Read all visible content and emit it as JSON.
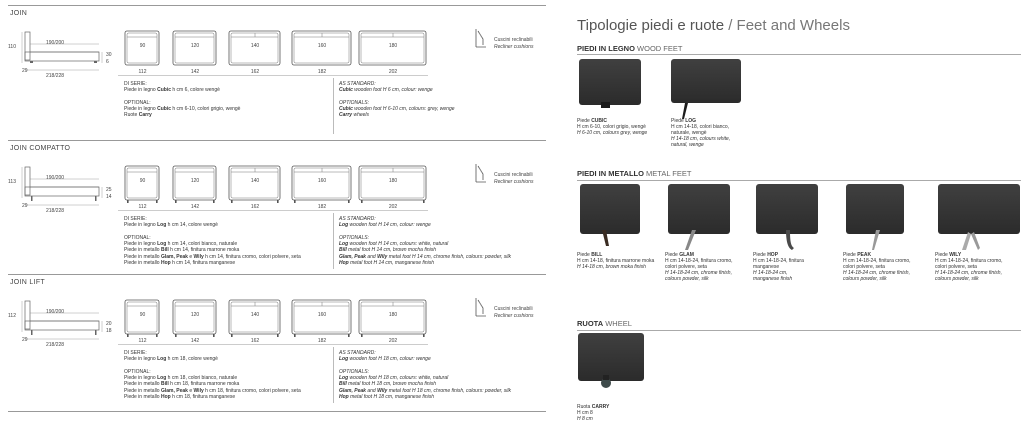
{
  "left": {
    "sections": [
      {
        "title": "JOIN",
        "side": {
          "height": "110",
          "widths": "190/200",
          "lengths": "218/228",
          "depth": "29",
          "h1": "30",
          "h2": "6"
        },
        "beds": [
          {
            "inner": "90",
            "outer": "112"
          },
          {
            "inner": "120",
            "outer": "142"
          },
          {
            "inner": "140",
            "outer": "162"
          },
          {
            "inner": "160",
            "outer": "182"
          },
          {
            "inner": "180",
            "outer": "202"
          }
        ],
        "recliner": {
          "it": "Cuscini reclinabili",
          "en": "Recliner cushions"
        },
        "notes_it": [
          "DI SERIE:",
          "Piede in legno <b>Cubic</b> h cm 6, colore wengè",
          "",
          "OPTIONAL:",
          "Piede in legno <b>Cubic</b> h cm 6-10, colori grigio, wengè",
          "Ruote <b>Carry</b>"
        ],
        "notes_en": [
          "AS STANDARD:",
          "<b>Cubic</b> wooden foot H 6 cm, colour: wenge",
          "",
          "OPTIONALS:",
          "<b>Cubic</b> wooden foot H 6-10 cm, colours: grey, wenge",
          "<b>Carry</b> wheels"
        ]
      },
      {
        "title": "JOIN COMPATTO",
        "side": {
          "height": "113",
          "widths": "190/200",
          "lengths": "218/228",
          "depth": "29",
          "h1": "25",
          "h2": "14"
        },
        "beds": [
          {
            "inner": "90",
            "outer": "112"
          },
          {
            "inner": "120",
            "outer": "142"
          },
          {
            "inner": "140",
            "outer": "162"
          },
          {
            "inner": "160",
            "outer": "182"
          },
          {
            "inner": "180",
            "outer": "202"
          }
        ],
        "recliner": {
          "it": "Cuscini reclinabili",
          "en": "Recliner cushions"
        },
        "notes_it": [
          "DI SERIE:",
          "Piede in legno <b>Log</b> h cm 14, colore wengè",
          "",
          "OPTIONAL:",
          "Piede in legno <b>Log</b> h cm 14, colori bianco, naturale",
          "Piede in metallo <b>Bill</b> h cm 14, finitura marrone moka",
          "Piede in metallo <b>Glam, Peak</b> e <b>Wily</b> h cm 14, finitura cromo, colori polvere, seta",
          "Piede in metallo <b>Hop</b> h cm 14, finitura manganese"
        ],
        "notes_en": [
          "AS STANDARD:",
          "<b>Log</b> wooden foot H 14 cm, colour: wenge",
          "",
          "OPTIONALS:",
          "<b>Log</b> wooden foot H 14 cm, colours: white, natural",
          "<b>Bill</b> metal foot H 14 cm, brown mocha finish",
          "<b>Glam, Peak</b> and <b>Wily</b> metal foot H 14 cm, chrome finish, colours: powder, silk",
          "<b>Hop</b> metal foot H 14 cm, manganese finish"
        ]
      },
      {
        "title": "JOIN LIFT",
        "side": {
          "height": "112",
          "widths": "190/200",
          "lengths": "218/228",
          "depth": "29",
          "h1": "20",
          "h2": "18"
        },
        "beds": [
          {
            "inner": "90",
            "outer": "112"
          },
          {
            "inner": "120",
            "outer": "142"
          },
          {
            "inner": "140",
            "outer": "162"
          },
          {
            "inner": "160",
            "outer": "182"
          },
          {
            "inner": "180",
            "outer": "202"
          }
        ],
        "recliner": {
          "it": "Cuscini reclinabili",
          "en": "Recliner cushions"
        },
        "notes_it": [
          "DI SERIE:",
          "Piede in legno <b>Log</b> h cm 18, colore wengè",
          "",
          "OPTIONAL:",
          "Piede in legno <b>Log</b> h cm 18, colori bianco, naturale",
          "Piede in metallo <b>Bill</b> h cm 18, finitura marrone moka",
          "Piede in metallo <b>Glam, Peak</b> e <b>Wily</b> h cm 18, finitura cromo, colori polvere, seta",
          "Piede in metallo <b>Hop</b> h cm 18, finitura manganese"
        ],
        "notes_en": [
          "AS STANDARD:",
          "<b>Log</b> wooden foot H 18 cm, colour: wenge",
          "",
          "OPTIONALS:",
          "<b>Log</b> wooden foot H 18 cm, colours: white, natural",
          "<b>Bill</b> metal foot H 18 cm, brown mocha finish",
          "<b>Glam, Peak</b> and <b>Wily</b> metal foot H 18 cm, chrome finish, colours: powder, silk",
          "<b>Hop</b> metal foot H 18 cm, manganese finish"
        ]
      }
    ]
  },
  "right": {
    "title": "Tipologie piedi e ruote",
    "title_en": "/ Feet and Wheels",
    "wood": {
      "head_it": "PIEDI IN LEGNO",
      "head_en": "WOOD FEET",
      "items": [
        {
          "lines": [
            "Piede <b>CUBIC</b>",
            "H cm 6-10, colori grigio, wengè",
            "<i>H 6-10 cm, colours grey, wenge</i>"
          ]
        },
        {
          "lines": [
            "Piede <b>LOG</b>",
            "H cm 14-18, colori bianco,",
            "naturale, wengè",
            "<i>H 14-18 cm, colours white,</i>",
            "<i>natural, wenge</i>"
          ]
        }
      ]
    },
    "metal": {
      "head_it": "PIEDI IN METALLO",
      "head_en": "METAL FEET",
      "items": [
        {
          "lines": [
            "Piede <b>BILL</b>",
            "H cm 14-18, finitura marrone moka",
            "<i>H 14-18 cm, brown moka finish</i>"
          ]
        },
        {
          "lines": [
            "Piede <b>GLAM</b>",
            "H cm 14-18-24, finitura cromo,",
            "colori polvere, seta",
            "<i>H 14-18-24 cm, chrome finish,</i>",
            "<i>colours powder, silk</i>"
          ]
        },
        {
          "lines": [
            "Piede <b>HOP</b>",
            "H cm 14-18-24, finitura",
            "manganese",
            "<i>H 14-18-24 cm,</i>",
            "<i>manganese finish</i>"
          ]
        },
        {
          "lines": [
            "Piede <b>PEAK</b>",
            "H cm 14-18-24, finitura cromo,",
            "colori polvere, seta",
            "<i>H 14-18-24 cm, chrome finish,</i>",
            "<i>colours powder, silk</i>"
          ]
        },
        {
          "lines": [
            "Piede <b>WILY</b>",
            "H cm 14-18-24, finitura cromo,",
            "colori polvere, seta",
            "<i>H 14-18-24 cm, chrome finish,</i>",
            "<i>colours powder, silk</i>"
          ]
        }
      ]
    },
    "wheel": {
      "head_it": "RUOTA",
      "head_en": "WHEEL",
      "items": [
        {
          "lines": [
            "Ruota <b>CARRY</b>",
            "H cm 8",
            "<i>H 8 cm</i>"
          ]
        }
      ]
    }
  }
}
